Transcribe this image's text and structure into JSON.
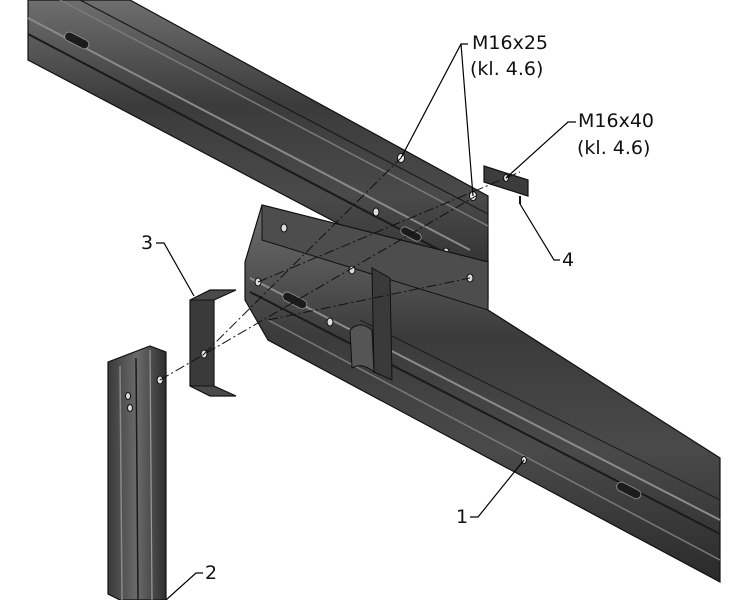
{
  "callouts": {
    "bolt_upper": {
      "size": "M16x25",
      "grade": "(kl. 4.6)"
    },
    "bolt_right": {
      "size": "M16x40",
      "grade": "(kl. 4.6)"
    },
    "item_1": "1",
    "item_2": "2",
    "item_3": "3",
    "item_4": "4"
  },
  "colors": {
    "steel_dark": "#2f2f2f",
    "steel_mid": "#5a5a5a",
    "steel_light": "#8a8a8a",
    "edge": "#111111",
    "leader": "#000000"
  }
}
